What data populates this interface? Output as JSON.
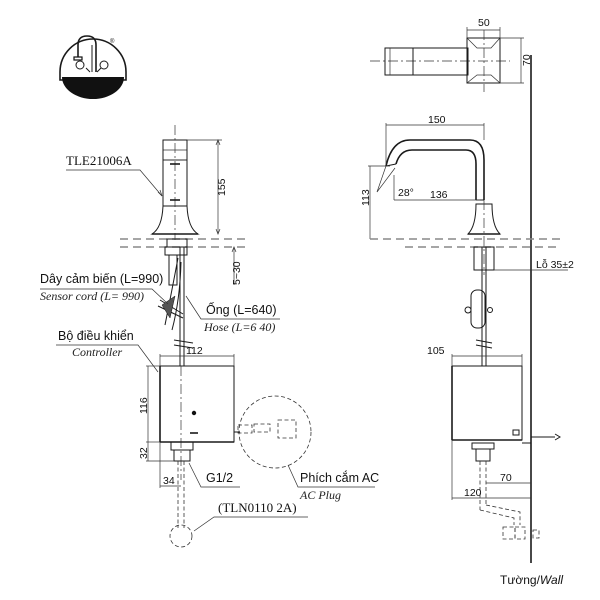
{
  "drawing": {
    "model": "TLE21006A",
    "spare_part": "(TLN0110 2A)",
    "labels": {
      "sensor_cord_vi": "Dây cảm biến (L=990)",
      "sensor_cord_en": "Sensor cord (L= 990)",
      "hose_vi": "Ống (L=640)",
      "hose_en": "Hose (L=6 40)",
      "controller_vi": "Bộ điều khiển",
      "controller_en": "Controller",
      "thread": "G1/2",
      "ac_plug_vi": "Phích cắm AC",
      "ac_plug_en": "AC Plug",
      "hole": "Lỗ 35±2",
      "wall_vi": "Tường/",
      "wall_en": "Wall"
    },
    "dimensions": {
      "body_height": "155",
      "mount_thickness": "5~30",
      "controller_width_front": "112",
      "controller_height": "116",
      "outlet_height": "32",
      "outlet_offset": "34",
      "top_depth": "50",
      "top_width": "70",
      "spout_reach": "150",
      "spout_height": "113",
      "spout_angle": "28°",
      "spout_inner": "136",
      "controller_width_side": "105",
      "wall_to_outlet": "70",
      "wall_to_front": "120"
    },
    "icon": {
      "name": "faucet-sensor-badge-icon",
      "registered": "®"
    }
  }
}
